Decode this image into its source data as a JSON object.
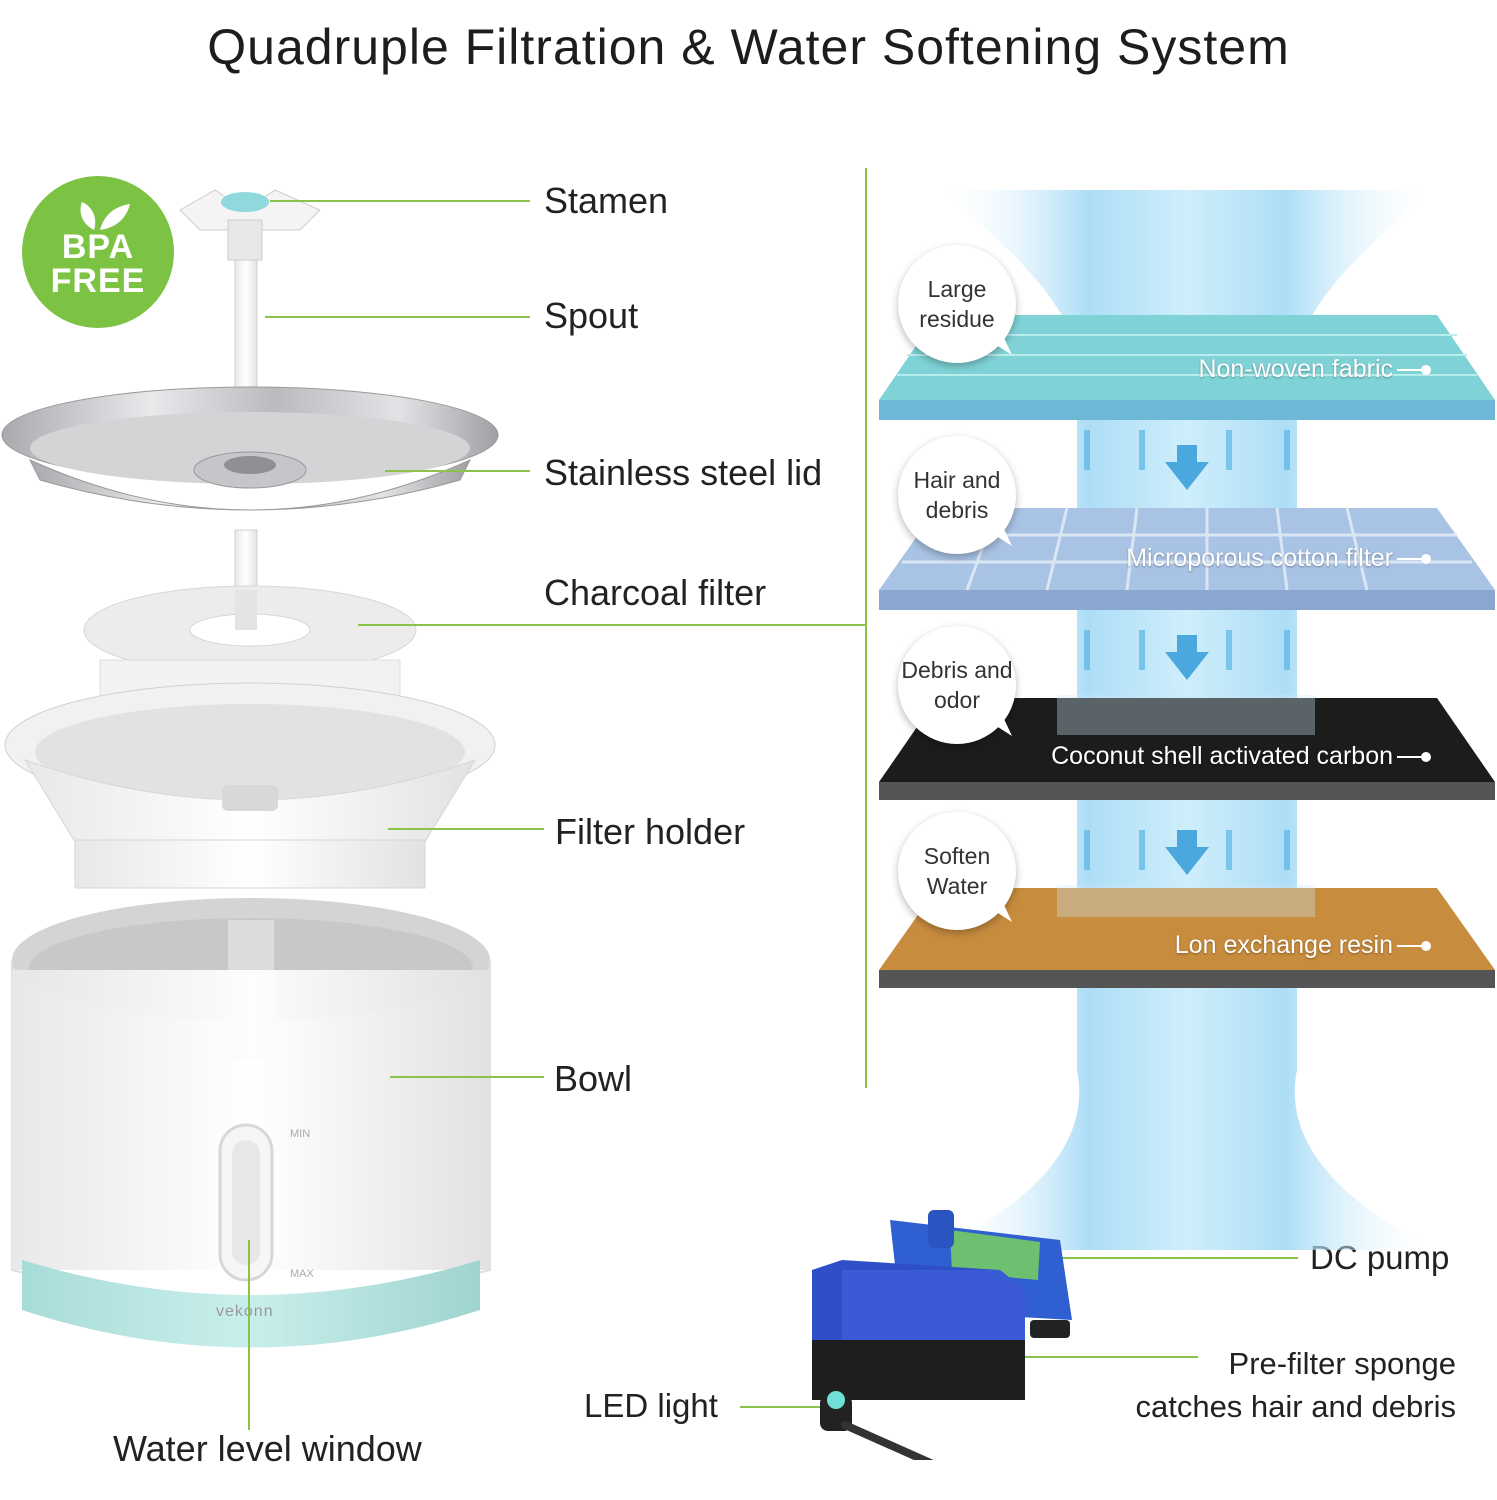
{
  "title": "Quadruple Filtration & Water Softening System",
  "badge": {
    "line1": "BPA",
    "line2": "FREE"
  },
  "parts": {
    "stamen": "Stamen",
    "spout": "Spout",
    "lid": "Stainless steel lid",
    "charcoal": "Charcoal filter",
    "holder": "Filter holder",
    "bowl": "Bowl",
    "window": "Water level window",
    "led": "LED light",
    "pump": "DC pump",
    "sponge_line1": "Pre-filter sponge",
    "sponge_line2": "catches hair and debris"
  },
  "bowl_marks": {
    "min": "MIN",
    "max": "MAX",
    "brand": "vekonn"
  },
  "layers": [
    {
      "label": "Non-woven fabric",
      "bubble1": "Large",
      "bubble2": "residue",
      "color": "#7fd3d6"
    },
    {
      "label": "Microporous cotton filter",
      "bubble1": "Hair and",
      "bubble2": "debris",
      "color": "#a9c3e4"
    },
    {
      "label": "Coconut shell activated carbon",
      "bubble1": "Debris and",
      "bubble2": "odor",
      "color": "#1c1c1c"
    },
    {
      "label": "Lon exchange resin",
      "bubble1": "Soften",
      "bubble2": "Water",
      "color": "#c78c3e"
    }
  ],
  "colors": {
    "accent_green": "#7cc243",
    "leader_line": "#8bc34a",
    "water_blue": "#9fd8f5"
  }
}
